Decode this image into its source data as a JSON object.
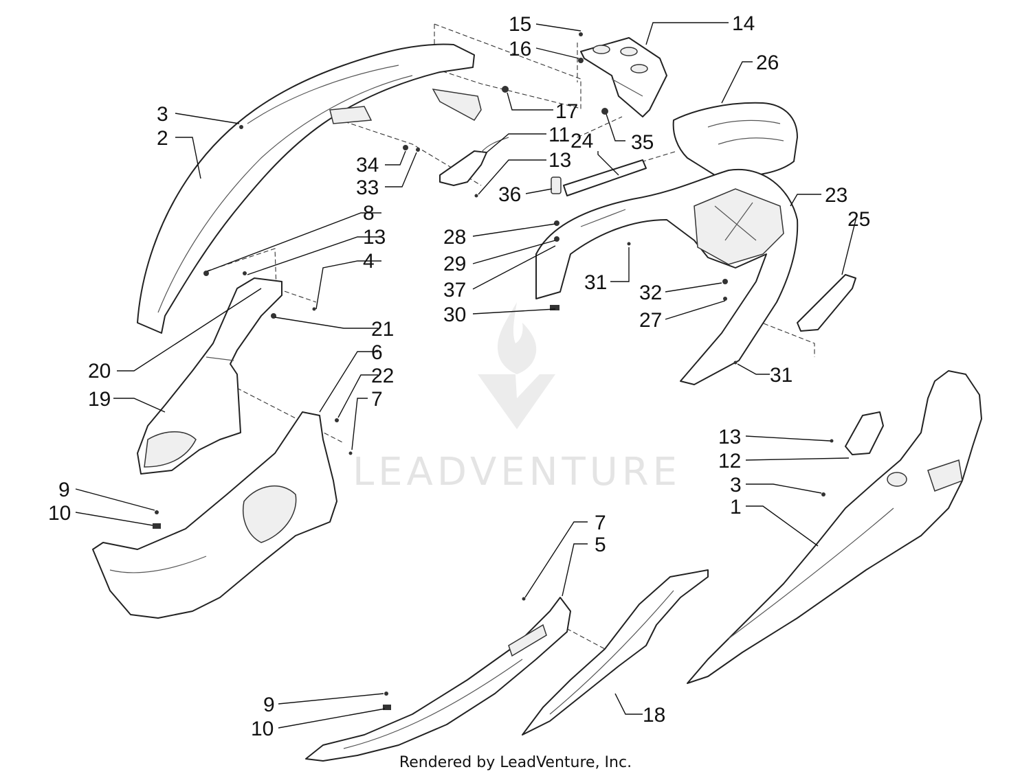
{
  "watermark": {
    "text": "LEADVENTURE"
  },
  "footer": {
    "credit": "Rendered by LeadVenture, Inc."
  },
  "callouts": {
    "c15": "15",
    "c16": "16",
    "c14": "14",
    "c26": "26",
    "c3a": "3",
    "c2": "2",
    "c17": "17",
    "c11": "11",
    "c13a": "13",
    "c24": "24",
    "c35": "35",
    "c34": "34",
    "c33": "33",
    "c36": "36",
    "c23": "23",
    "c25": "25",
    "c8": "8",
    "c13b": "13",
    "c4": "4",
    "c28": "28",
    "c29": "29",
    "c37": "37",
    "c31a": "31",
    "c32": "32",
    "c30": "30",
    "c27": "27",
    "c21": "21",
    "c20": "20",
    "c6": "6",
    "c22": "22",
    "c19": "19",
    "c7a": "7",
    "c31b": "31",
    "c13c": "13",
    "c12": "12",
    "c9a": "9",
    "c10a": "10",
    "c3b": "3",
    "c1": "1",
    "c7b": "7",
    "c5": "5",
    "c9b": "9",
    "c10b": "10",
    "c18": "18"
  }
}
